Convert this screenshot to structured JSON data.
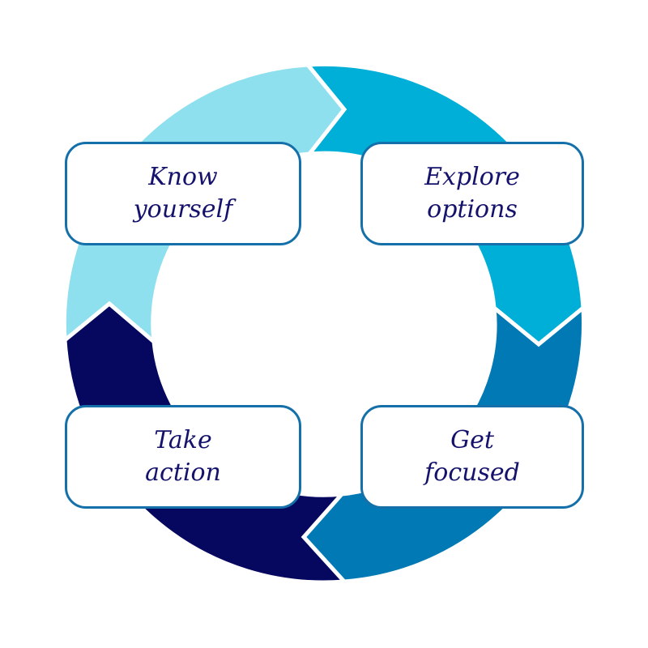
{
  "cycle": {
    "steps": [
      {
        "label": "Know\nyourself",
        "color": "#8fe0ef"
      },
      {
        "label": "Explore\noptions",
        "color": "#00afd7"
      },
      {
        "label": "Get\nfocused",
        "color": "#0079b4"
      },
      {
        "label": "Take\naction",
        "color": "#06075f"
      }
    ],
    "card_border_color": "#1570aa",
    "text_color": "#14126b"
  }
}
